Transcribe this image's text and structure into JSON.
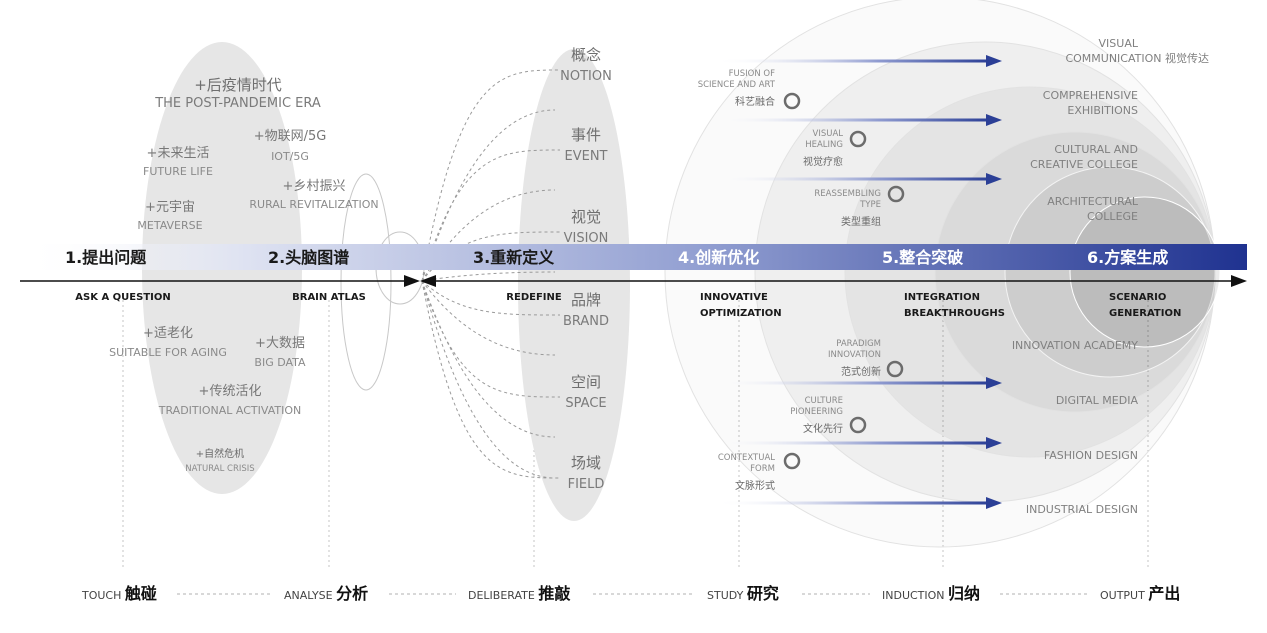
{
  "colors": {
    "accent": "#2b3f96",
    "ellipse_fill": "#e6e6e6",
    "axis": "#111111"
  },
  "phases": [
    {
      "label": "1.提出问题",
      "sub": [
        "ASK A QUESTION"
      ]
    },
    {
      "label": "2.头脑图谱",
      "sub": [
        "BRAIN ATLAS"
      ]
    },
    {
      "label": "3.重新定义",
      "sub": [
        "REDEFINE"
      ]
    },
    {
      "label": "4.创新优化",
      "sub": [
        "INNOVATIVE",
        "OPTIMIZATION"
      ]
    },
    {
      "label": "5.整合突破",
      "sub": [
        "INTEGRATION",
        "BREAKTHROUGHS"
      ]
    },
    {
      "label": "6.方案生成",
      "sub": [
        "SCENARIO",
        "GENERATION"
      ]
    }
  ],
  "questions_top": [
    {
      "zh": "+后疫情时代",
      "en": "THE POST-PANDEMIC ERA"
    },
    {
      "zh": "+未来生活",
      "en": "FUTURE LIFE"
    },
    {
      "zh": "+物联网/5G",
      "en": "IOT/5G"
    },
    {
      "zh": "+乡村振兴",
      "en": "RURAL REVITALIZATION"
    },
    {
      "zh": "+元宇宙",
      "en": "METAVERSE"
    }
  ],
  "questions_bottom": [
    {
      "zh": "+适老化",
      "en": "SUITABLE FOR AGING"
    },
    {
      "zh": "+大数据",
      "en": "BIG DATA"
    },
    {
      "zh": "+传统活化",
      "en": "TRADITIONAL ACTIVATION"
    },
    {
      "zh": "+自然危机",
      "en": "NATURAL CRISIS"
    }
  ],
  "concepts": [
    {
      "zh": "概念",
      "en": "NOTION"
    },
    {
      "zh": "事件",
      "en": "EVENT"
    },
    {
      "zh": "视觉",
      "en": "VISION"
    },
    {
      "zh": "品牌",
      "en": "BRAND"
    },
    {
      "zh": "空间",
      "en": "SPACE"
    },
    {
      "zh": "场域",
      "en": "FIELD"
    }
  ],
  "innovations_top": [
    {
      "en": [
        "FUSION OF",
        "SCIENCE AND ART"
      ],
      "zh": "科艺融合"
    },
    {
      "en": [
        "VISUAL",
        "HEALING"
      ],
      "zh": "视觉疗愈"
    },
    {
      "en": [
        "REASSEMBLING",
        "TYPE"
      ],
      "zh": "类型重组"
    }
  ],
  "innovations_bottom": [
    {
      "en": [
        "PARADIGM",
        "INNOVATION"
      ],
      "zh": "范式创新"
    },
    {
      "en": [
        "CULTURE",
        "PIONEERING"
      ],
      "zh": "文化先行"
    },
    {
      "en": [
        "CONTEXTUAL",
        "FORM"
      ],
      "zh": "文脉形式"
    }
  ],
  "outcomes": [
    {
      "lines": [
        "VISUAL",
        "COMMUNICATION 视觉传达"
      ]
    },
    {
      "lines": [
        "COMPREHENSIVE",
        "EXHIBITIONS"
      ]
    },
    {
      "lines": [
        "CULTURAL AND",
        "CREATIVE COLLEGE"
      ]
    },
    {
      "lines": [
        "ARCHITECTURAL",
        "COLLEGE"
      ]
    },
    {
      "lines": [
        "INNOVATION ACADEMY"
      ]
    },
    {
      "lines": [
        "DIGITAL MEDIA"
      ]
    },
    {
      "lines": [
        "FASHION DESIGN"
      ]
    },
    {
      "lines": [
        "INDUSTRIAL DESIGN"
      ]
    }
  ],
  "footer": [
    {
      "en": "TOUCH",
      "zh": "触碰"
    },
    {
      "en": "ANALYSE",
      "zh": "分析"
    },
    {
      "en": "DELIBERATE",
      "zh": "推敲"
    },
    {
      "en": "STUDY",
      "zh": "研究"
    },
    {
      "en": "INDUCTION",
      "zh": "归纳"
    },
    {
      "en": "OUTPUT",
      "zh": "产出"
    }
  ]
}
